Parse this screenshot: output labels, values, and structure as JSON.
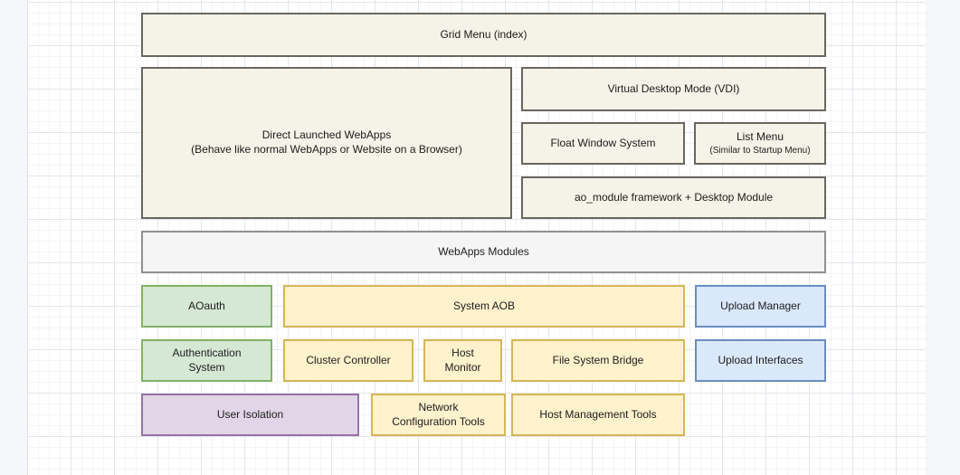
{
  "diagram": {
    "boxes": {
      "grid_menu": "Grid Menu (index)",
      "direct_launched_line1": "Direct Launched WebApps",
      "direct_launched_line2": "(Behave like normal WebApps or Website on a Browser)",
      "vdi": "Virtual Desktop Mode (VDI)",
      "float_window": "Float Window System",
      "list_menu_line1": "List Menu",
      "list_menu_line2": "(Similar to Startup Menu)",
      "ao_module": "ao_module framework + Desktop Module",
      "webapps_modules": "WebApps Modules",
      "aoauth": "AOauth",
      "system_aob": "System AOB",
      "upload_manager": "Upload Manager",
      "auth_system": "Authentication System",
      "cluster_controller": "Cluster Controller",
      "host_monitor": "Host Monitor",
      "file_system_bridge": "File System Bridge",
      "upload_interfaces": "Upload Interfaces",
      "user_isolation": "User Isolation",
      "network_config_tools": "Network Configuration Tools",
      "host_management_tools": "Host Management Tools"
    },
    "colors": {
      "cream_fill": "#f5f3e7",
      "cream_stroke": "#69675e",
      "gray_fill": "#f5f5f5",
      "gray_stroke": "#909090",
      "green_fill": "#d5e8d4",
      "green_stroke": "#82b366",
      "yellow_fill": "#fff2cc",
      "yellow_stroke": "#d6b656",
      "blue_fill": "#dae8fc",
      "blue_stroke": "#6c8ebf",
      "purple_fill": "#e1d5e7",
      "purple_stroke": "#9673a6",
      "canvas_bg": "#ffffff",
      "grid_minor": "#f4f4f9",
      "grid_major": "#e4e5ec",
      "margin_bg": "#f5f6f8"
    }
  }
}
